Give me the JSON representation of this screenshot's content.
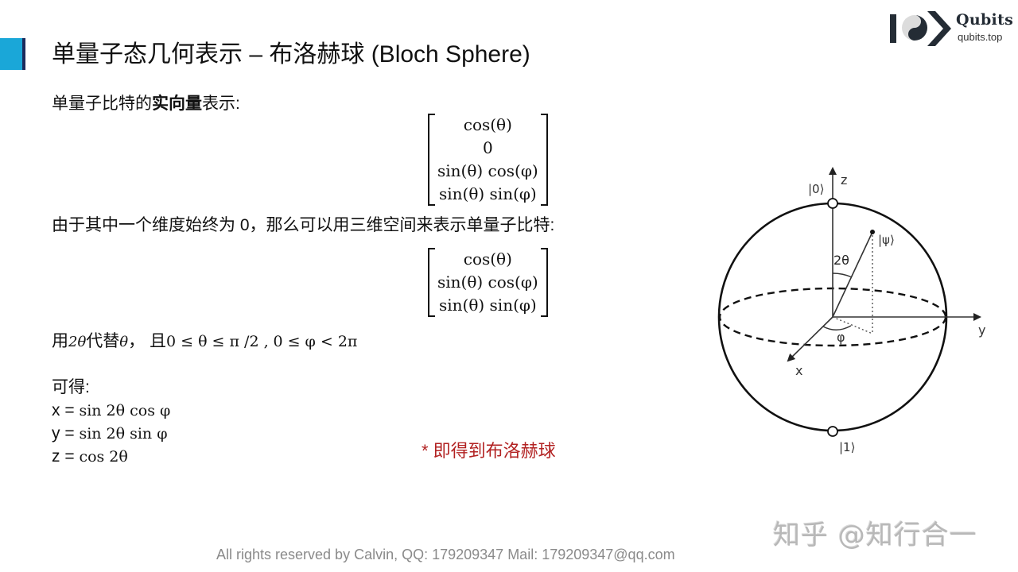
{
  "header": {
    "title": "单量子态几何表示 – 布洛赫球 (Bloch Sphere)",
    "accent_color": "#1aa7d8",
    "accent_strip_color": "#1b2a5c"
  },
  "logo": {
    "name": "Qubits",
    "url": "qubits.top"
  },
  "section1": {
    "intro_prefix": "单量子比特的",
    "intro_bold": "实向量",
    "intro_suffix": "表示:",
    "vector_rows": [
      "cos(θ)",
      "0",
      "sin(θ) cos(φ)",
      "sin(θ) sin(φ)"
    ]
  },
  "section2": {
    "text": "由于其中一个维度始终为 0，那么可以用三维空间来表示单量子比特:",
    "vector_rows": [
      "cos(θ)",
      "sin(θ) cos(φ)",
      "sin(θ) sin(φ)"
    ]
  },
  "substitution": {
    "prefix": "用",
    "two_theta": "2θ",
    "mid": "代替",
    "theta": "θ",
    "sep": "，  且",
    "cond1": "0 ≤ θ ≤ π /2 ,",
    "cond2": "0 ≤ φ < 2π"
  },
  "result": {
    "label": "可得:",
    "equations": [
      {
        "var": "x",
        "eq": " = ",
        "expr": "sin 2θ cos φ"
      },
      {
        "var": "y",
        "eq": " = ",
        "expr": "sin 2θ sin φ"
      },
      {
        "var": "z",
        "eq": " = ",
        "expr": "cos 2θ"
      }
    ]
  },
  "note": "* 即得到布洛赫球",
  "diagram": {
    "labels": {
      "z_axis": "z",
      "y_axis": "y",
      "x_axis": "x",
      "ket0": "|0⟩",
      "ket1": "|1⟩",
      "psi": "|ψ⟩",
      "polar_angle": "2θ",
      "azimuth": "φ"
    }
  },
  "footer": "All rights reserved by Calvin,  QQ: 179209347   Mail: 179209347@qq.com",
  "watermark": "知乎 @知行合一"
}
